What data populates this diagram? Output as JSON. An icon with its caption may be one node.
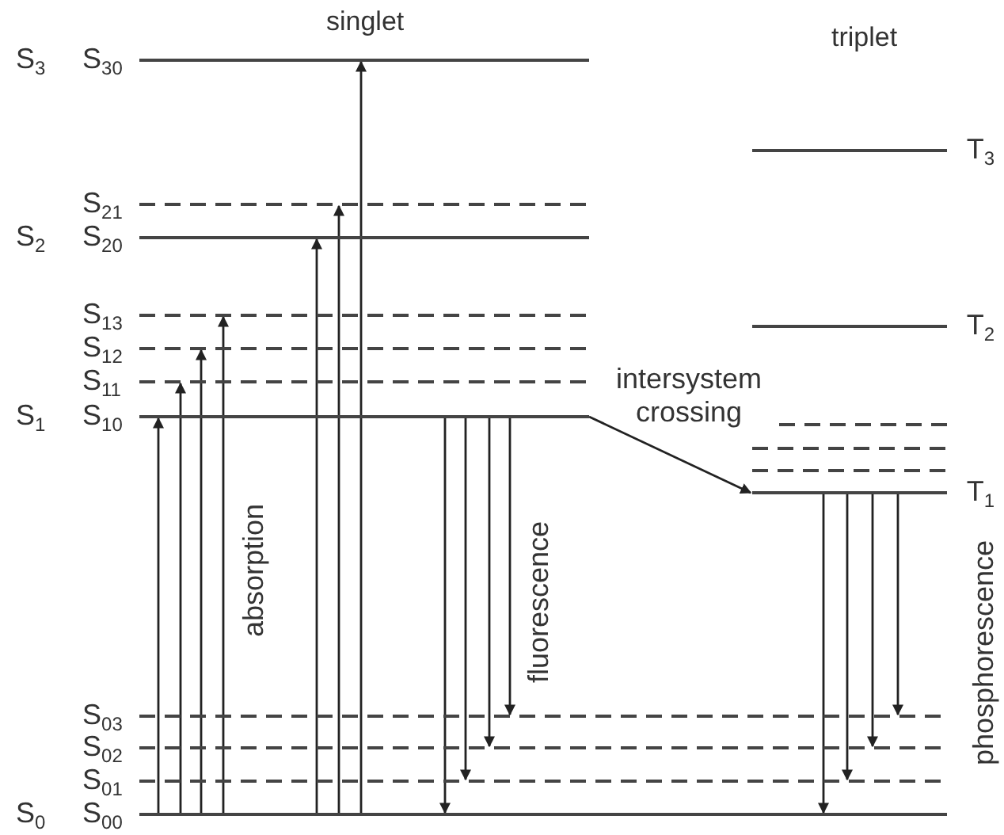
{
  "diagram": {
    "nodes": [
      {
        "text": [
          "S$_{30}$"
        ],
        "beside": [
          "S$_{3}$"
        ]
      },
      {
        "text": [
          "S$_{21}$"
        ]
      },
      {
        "text": [
          "S$_{20}$"
        ],
        "beside": [
          "S$_{2}$"
        ]
      },
      {
        "text": [
          "S$_{13}$"
        ]
      },
      {
        "text": [
          "S$_{12}$"
        ]
      },
      {
        "text": [
          "S$_{11}$"
        ]
      },
      {
        "text": [
          "S$_{10}$"
        ],
        "beside": [
          "S$_{1}$"
        ]
      },
      {
        "text": [
          "S$_{03}$"
        ]
      },
      {
        "text": [
          "S$_{02}$"
        ]
      },
      {
        "text": [
          "S$_{01}$"
        ]
      },
      {
        "text": [
          "S$_{00}$"
        ],
        "beside": [
          "S$_{0}$"
        ]
      },
      {
        "text": [
          "T$_{3}$"
        ]
      },
      {
        "text": [
          "T$_{2}$"
        ]
      },
      {
        "text": [],
        "shape": "line"
      },
      {
        "text": [],
        "shape": "line"
      },
      {
        "text": [],
        "shape": "line"
      },
      {
        "text": [
          "T$_{1}$"
        ]
      }
    ],
    "edges": [
      {
        "from": 10,
        "to": 6,
        "arrow": "to"
      },
      {
        "from": 10,
        "to": 5,
        "arrow": "to"
      },
      {
        "from": 10,
        "to": 4,
        "arrow": "to"
      },
      {
        "from": 10,
        "to": 3,
        "arrow": "to"
      },
      {
        "from": 10,
        "to": 2,
        "arrow": "to"
      },
      {
        "from": 10,
        "to": 1,
        "arrow": "to"
      },
      {
        "from": 10,
        "to": 0,
        "arrow": "to"
      },
      {
        "from": 6,
        "to": 10,
        "arrow": "to"
      },
      {
        "from": 6,
        "to": 9,
        "arrow": "to"
      },
      {
        "from": 6,
        "to": 8,
        "arrow": "to"
      },
      {
        "from": 6,
        "to": 7,
        "arrow": "to"
      },
      {
        "from": 6,
        "to": 16,
        "arrow": "to",
        "label": "intersystem crossing"
      },
      {
        "from": 16,
        "to": 10,
        "arrow": "to"
      },
      {
        "from": 16,
        "to": 9,
        "arrow": "to"
      },
      {
        "from": 16,
        "to": 8,
        "arrow": "to"
      },
      {
        "from": 16,
        "to": 7,
        "arrow": "to"
      }
    ],
    "labels": [
      "singlet",
      "triplet",
      "absorption",
      "fluorescence",
      "phosphorescence"
    ]
  }
}
